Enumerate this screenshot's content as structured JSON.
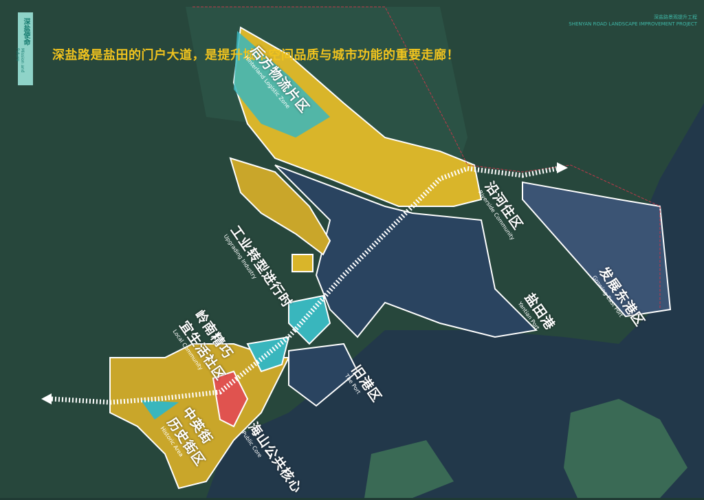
{
  "header": {
    "project_zh": "深盐路景观提升工程",
    "project_en": "SHENYAN ROAD LANDSCAPE IMPROVEMENT PROJECT"
  },
  "side_tab": {
    "zh": "深盐使命",
    "en": "Mission and Future"
  },
  "headline": "深盐路是盐田的门户大道，是提升城市空间品质与城市功能的重要走廊！",
  "colors": {
    "headline": "#f0c31e",
    "accent_teal": "#3fb8a8",
    "zone_yellow": "#d9b52a",
    "zone_teal": "#39b6bd",
    "zone_red": "#e0534f",
    "port_blue": "#1e3550",
    "sea": "#22384a",
    "land": "#27473c"
  },
  "zones": [
    {
      "zh": "后方物流片区",
      "en": "Hinterland Logistic Zone"
    },
    {
      "zh": "工业转型进行时",
      "en": "Upgrading Industry"
    },
    {
      "zh": "岭南精巧",
      "zh2": "宜生活社区",
      "en": "Local Community"
    },
    {
      "zh": "沿河住区",
      "en": "Riverside Community"
    },
    {
      "zh": "盐田港",
      "en": "Yantian Port"
    },
    {
      "zh": "发展东港区",
      "en": "Growing East Port"
    },
    {
      "zh": "旧港区",
      "en": "The Port"
    },
    {
      "zh": "海山公共核心",
      "en": "Public Core"
    },
    {
      "zh": "中英街",
      "zh2": "历史街区",
      "en": "Historic Area"
    }
  ]
}
